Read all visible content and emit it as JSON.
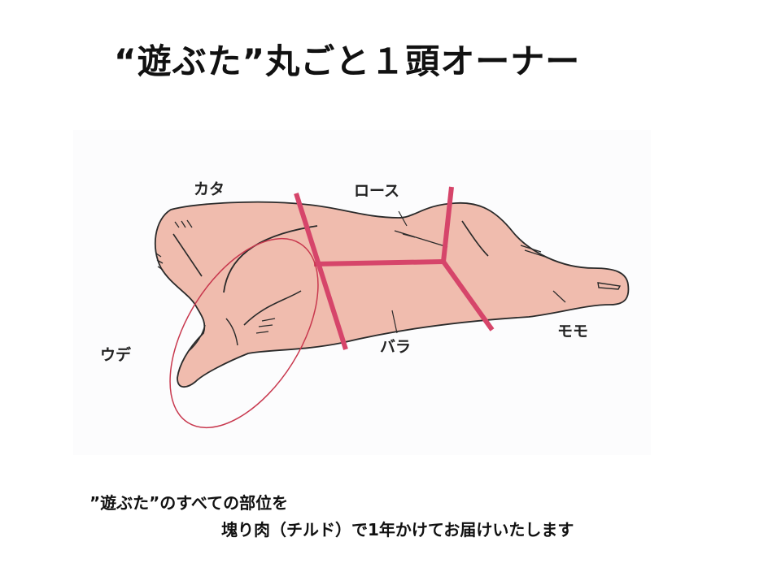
{
  "title": "“遊ぶた”丸ごと１頭オーナー",
  "diagram": {
    "labels": {
      "kata": "カタ",
      "rosu": "ロース",
      "ude": "ウデ",
      "bara": "バラ",
      "momo": "モモ"
    },
    "colors": {
      "meat_fill": "#f0bcae",
      "cut_line": "#d6456a",
      "outline": "#2a2a2a",
      "ellipse": "#c8384e"
    }
  },
  "caption": {
    "line1": "”遊ぶた”のすべての部位を",
    "line2": "塊り肉（チルド）で1年かけてお届けいたします"
  }
}
